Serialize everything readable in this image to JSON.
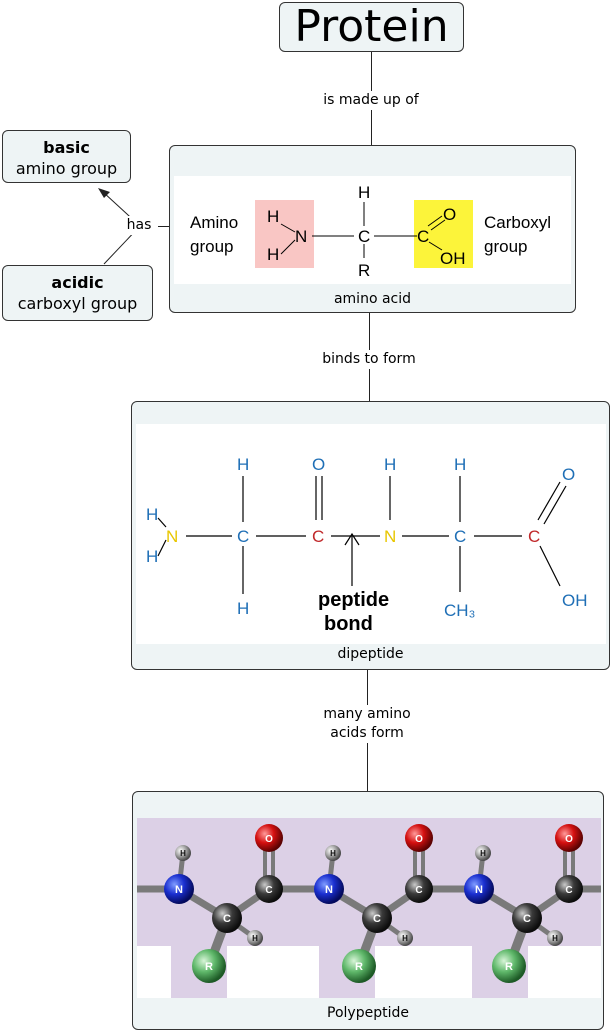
{
  "root": {
    "label": "Protein"
  },
  "links": {
    "made_up_of": "is made up of",
    "has": "has",
    "binds": "binds to form",
    "many_line1": "many amino",
    "many_line2": "acids form"
  },
  "basic": {
    "bold": "basic",
    "text": "amino group"
  },
  "acidic": {
    "bold": "acidic",
    "text": "carboxyl group"
  },
  "amino_acid": {
    "caption": "amino acid",
    "amino_l1": "Amino",
    "amino_l2": "group",
    "carboxyl_l1": "Carboxyl",
    "carboxyl_l2": "group",
    "h_top": "H",
    "h_n1": "H",
    "h_n2": "H",
    "n": "N",
    "c_alpha": "C",
    "r": "R",
    "c_carboxyl": "C",
    "o": "O",
    "oh": "OH"
  },
  "dipeptide": {
    "caption": "dipeptide",
    "peptide_l1": "peptide",
    "peptide_l2": "bond",
    "h": "H",
    "n": "N",
    "c": "C",
    "o": "O",
    "ch3": "CH₃",
    "oh": "OH"
  },
  "polypeptide": {
    "caption": "Polypeptide",
    "atoms": {
      "n": "N",
      "c": "C",
      "o": "O",
      "h": "H",
      "r": "R"
    }
  },
  "colors": {
    "node_bg": "#eef4f5",
    "amino_highlight": "#f9c6c4",
    "carboxyl_highlight": "#fcf43a",
    "blue_atom": "#1f6fb6",
    "red_atom": "#c0282a",
    "yellow_atom": "#e8c600",
    "poly_band": "#dcd0e6"
  }
}
